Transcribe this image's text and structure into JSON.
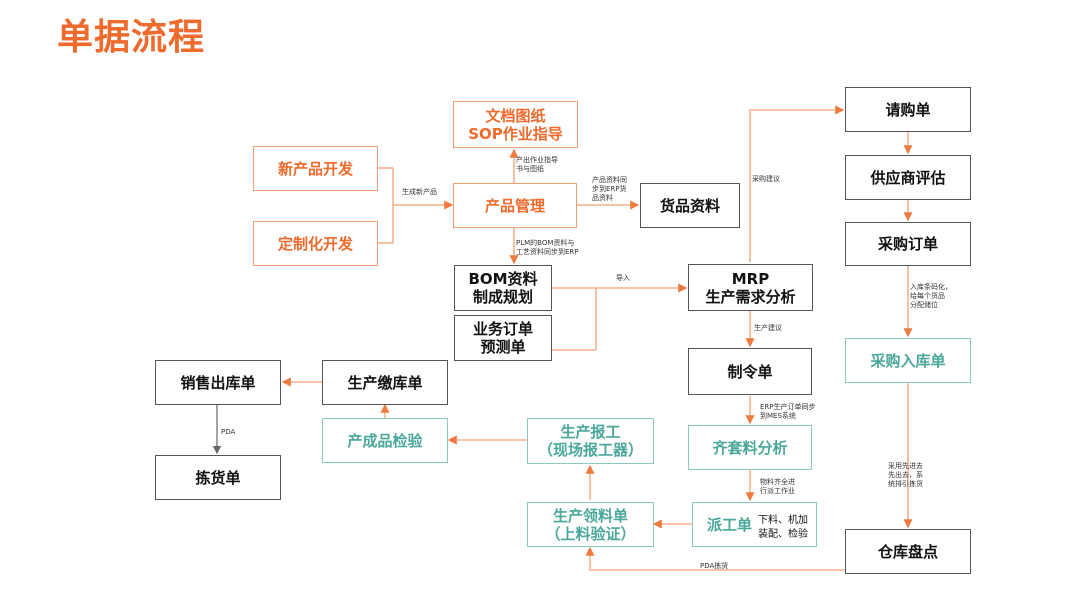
{
  "title": "单据流程",
  "colors": {
    "title": "#ee6a2d",
    "orange": "#ee6a2d",
    "teal": "#4aa79a",
    "dark": "#111111"
  },
  "nodes": {
    "doc": [
      "文档图纸",
      "SOP作业指导"
    ],
    "new_product": "新产品开发",
    "custom": "定制化开发",
    "product_mgmt": "产品管理",
    "goods": "货品资料",
    "bom": [
      "BOM资料",
      "制成规划"
    ],
    "sales_order": [
      "业务订单",
      "预测单"
    ],
    "mrp": [
      "MRP",
      "生产需求分析"
    ],
    "purchase_req": "请购单",
    "supplier_eval": "供应商评估",
    "purchase_order": "采购订单",
    "purchase_in": "采购入库单",
    "warehouse": "仓库盘点",
    "work_order": "制令单",
    "kit_analysis": "齐套料分析",
    "dispatch": "派工单",
    "material_req": [
      "生产领料单",
      "（上料验证）"
    ],
    "report": [
      "生产报工",
      "（现场报工器）"
    ],
    "qc": "产成品检验",
    "prod_in": "生产缴库单",
    "sales_out": "销售出库单",
    "picking": "拣货单"
  },
  "labels": {
    "gen_product": "生成新产品",
    "sop_out": [
      "产出作业指导",
      "书与图纸"
    ],
    "sync_goods": [
      "产品资料同",
      "步到ERP货",
      "品资料"
    ],
    "bom_sync": [
      "PLM的BOM资料与",
      "工艺资料同步到ERP"
    ],
    "import": "导入",
    "purchase_suggest": "采购建议",
    "prod_suggest": "生产建议",
    "erp_mes": [
      "ERP生产订单同步",
      "到MES系统"
    ],
    "kit_dispatch": [
      "物料齐全进",
      "行派工作业"
    ],
    "inbound_code": [
      "入库条码化，",
      "给每个货品",
      "分配储位"
    ],
    "fifo": [
      "采用先进去",
      "先出去，系",
      "统排引拣货"
    ],
    "pda_pick": "PDA拣货",
    "pda": "PDA",
    "dispatch_note": [
      "下料、机加",
      "装配、检验"
    ]
  }
}
